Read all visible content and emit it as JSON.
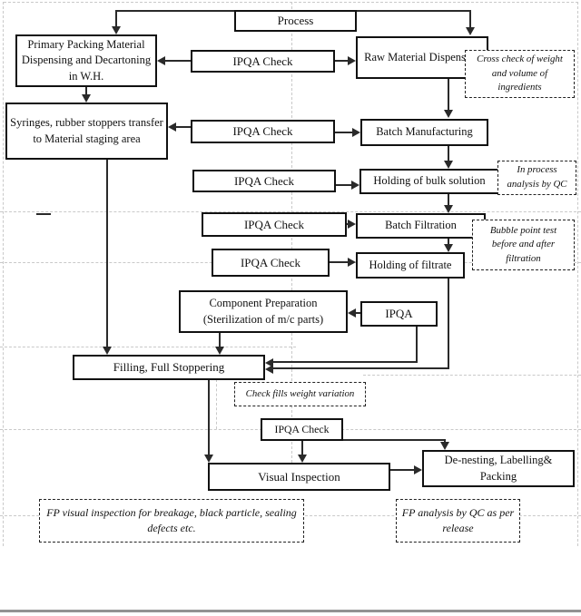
{
  "flowchart": {
    "nodes": {
      "process": "Process",
      "primary_packing": "Primary Packing Material Dispensing and Decartoning in W.H.",
      "ipqa_check_1": "IPQA Check",
      "raw_material": "Raw Material Dispensing",
      "syringes_transfer": "Syringes, rubber stoppers transfer to Material staging area",
      "ipqa_check_2": "IPQA Check",
      "batch_manufacturing": "Batch Manufacturing",
      "ipqa_check_3": "IPQA Check",
      "holding_bulk": "Holding of bulk solution",
      "ipqa_check_4": "IPQA Check",
      "batch_filtration": "Batch Filtration",
      "ipqa_check_5": "IPQA Check",
      "holding_filtrate": "Holding of filtrate",
      "component_preparation": "Component Preparation (Sterilization of m/c parts)",
      "ipqa": "IPQA",
      "filling": "Filling, Full Stoppering",
      "ipqa_check_6": "IPQA Check",
      "visual_inspection": "Visual Inspection",
      "denesting": "De-nesting, Labelling& Packing"
    },
    "notes": {
      "cross_check": "Cross check of weight and volume of ingredients",
      "in_process": "In process analysis by QC",
      "bubble_point": "Bubble point test before and after filtration",
      "check_fills": "Check fills weight variation",
      "fp_visual": "FP visual inspection for breakage, black particle, sealing defects etc.",
      "fp_analysis": "FP analysis by QC as per release"
    }
  }
}
